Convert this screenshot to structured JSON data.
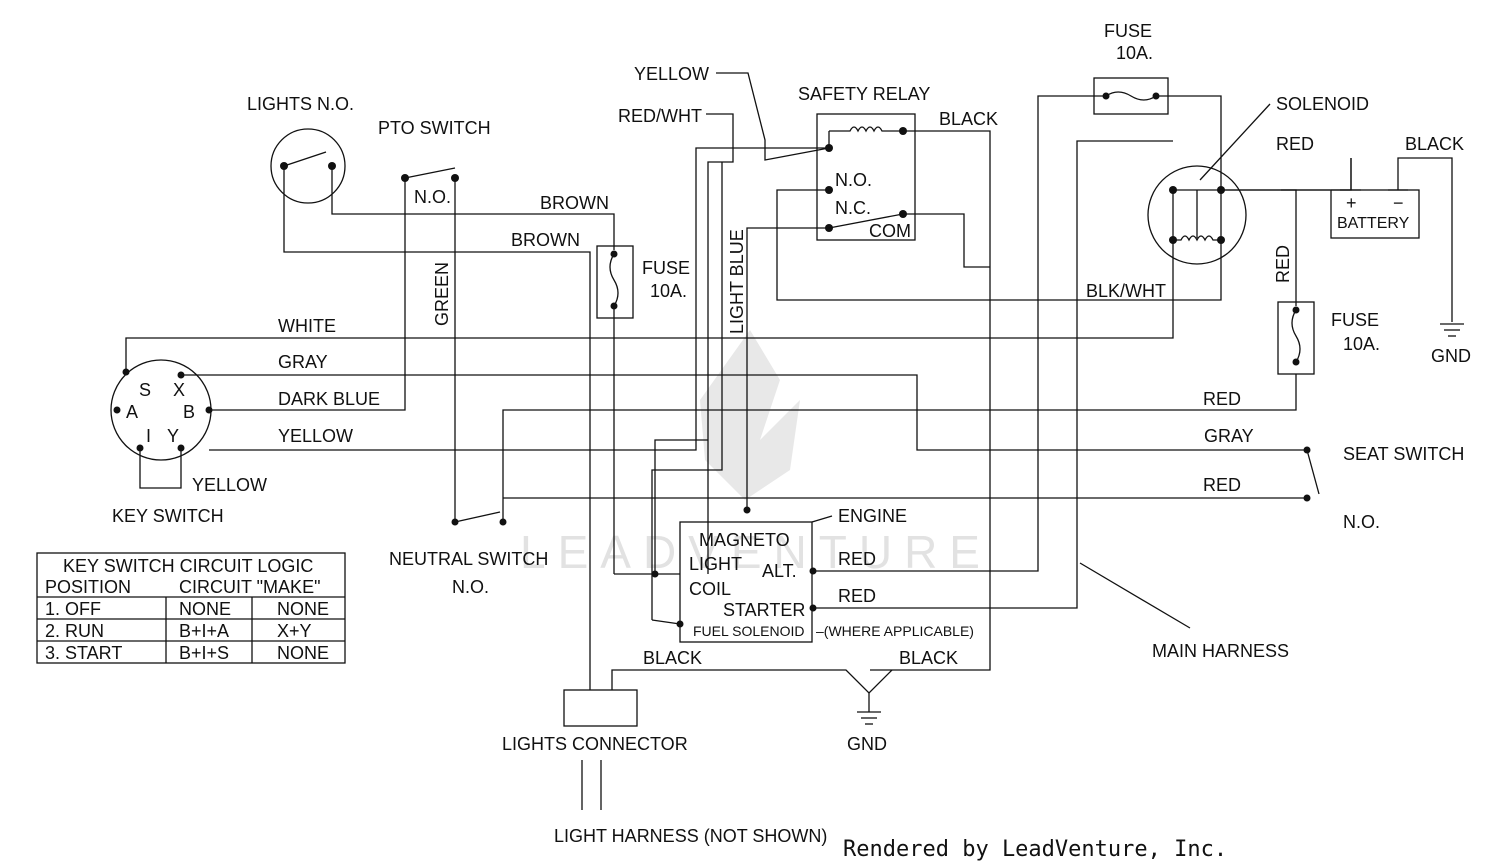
{
  "components": {
    "lights_no": "LIGHTS N.O.",
    "pto_switch": "PTO SWITCH",
    "pto_no": "N.O.",
    "fuse_left": "FUSE",
    "fuse_left_amp": "10A.",
    "fuse_top": "FUSE",
    "fuse_top_amp": "10A.",
    "fuse_right": "FUSE",
    "fuse_right_amp": "10A.",
    "safety_relay": "SAFETY RELAY",
    "relay_no": "N.O.",
    "relay_nc": "N.C.",
    "relay_com": "COM",
    "solenoid": "SOLENOID",
    "battery": "BATTERY",
    "battery_plus": "+",
    "battery_minus": "−",
    "gnd_right": "GND",
    "gnd_bottom": "GND",
    "key_switch": "KEY SWITCH",
    "seat_switch": "SEAT SWITCH",
    "seat_no": "N.O.",
    "neutral_switch": "NEUTRAL SWITCH",
    "neutral_no": "N.O.",
    "engine": "ENGINE",
    "magneto": "MAGNETO",
    "light": "LIGHT",
    "coil": "COIL",
    "alt": "ALT.",
    "starter": "STARTER",
    "fuel_solenoid": "FUEL SOLENOID",
    "where_applicable": "–(WHERE APPLICABLE)",
    "main_harness": "MAIN HARNESS",
    "lights_connector": "LIGHTS CONNECTOR",
    "light_harness": "LIGHT HARNESS (NOT SHOWN)"
  },
  "key_terminals": {
    "s": "S",
    "x": "X",
    "a": "A",
    "b": "B",
    "i": "I",
    "y": "Y"
  },
  "wires": {
    "yellow_top": "YELLOW",
    "red_wht": "RED/WHT",
    "black_relay": "BLACK",
    "brown_1": "BROWN",
    "brown_2": "BROWN",
    "green": "GREEN",
    "light_blue": "LIGHT BLUE",
    "white": "WHITE",
    "gray_left": "GRAY",
    "dark_blue": "DARK BLUE",
    "yellow_left": "YELLOW",
    "yellow_key": "YELLOW",
    "blk_wht": "BLK/WHT",
    "red_solenoid": "RED",
    "black_battery": "BLACK",
    "red_vertical": "RED",
    "red_fuse_right": "RED",
    "gray_seat": "GRAY",
    "red_seat": "RED",
    "red_alt": "RED",
    "red_starter": "RED",
    "black_bottom_left": "BLACK",
    "black_bottom_right": "BLACK"
  },
  "logic_table": {
    "title": "KEY SWITCH CIRCUIT LOGIC",
    "headers": [
      "POSITION",
      "CIRCUIT \"MAKE\""
    ],
    "rows": [
      [
        "1. OFF",
        "NONE",
        "NONE"
      ],
      [
        "2. RUN",
        "B+I+A",
        "X+Y"
      ],
      [
        "3. START",
        "B+I+S",
        "NONE"
      ]
    ]
  },
  "watermark": "LEADVENTURE",
  "credit": "Rendered by LeadVenture, Inc."
}
